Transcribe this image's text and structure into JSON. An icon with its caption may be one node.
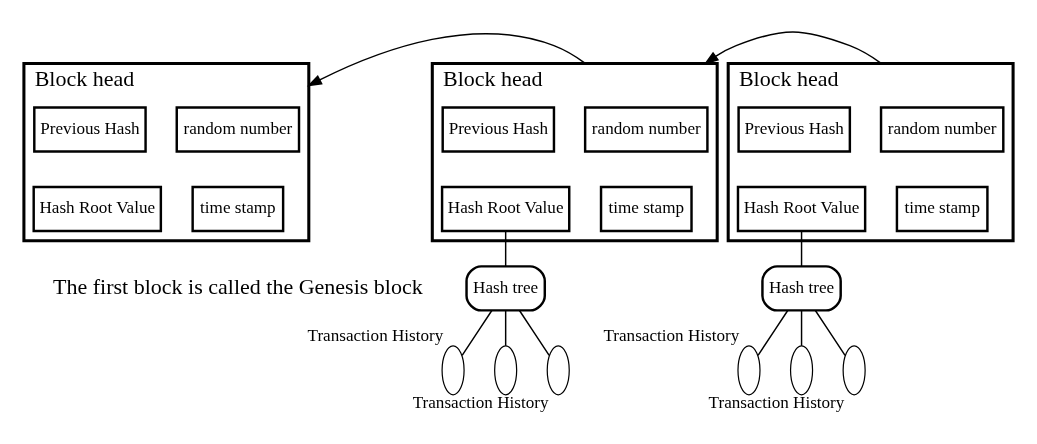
{
  "diagram": {
    "nodes": [
      {
        "text": [
          "Block head"
        ]
      },
      {
        "text": [
          "random number"
        ],
        "in": 0
      },
      {
        "text": [
          "Previous Hash"
        ],
        "in": 0
      },
      {
        "text": [
          "time stamp"
        ],
        "in": 0
      },
      {
        "text": [
          "Hash Root Value"
        ],
        "in": 0
      },
      {
        "text": [
          "Block head"
        ]
      },
      {
        "text": [
          "random number"
        ],
        "in": 5
      },
      {
        "text": [
          "Previous Hash"
        ],
        "in": 5
      },
      {
        "text": [
          "time stamp"
        ],
        "in": 5
      },
      {
        "text": [
          "Hash Root Value"
        ],
        "in": 5
      },
      {
        "text": [
          "Block head"
        ]
      },
      {
        "text": [
          "random number"
        ],
        "in": 10
      },
      {
        "text": [
          "Previous Hash"
        ],
        "in": 10
      },
      {
        "text": [
          "time stamp"
        ],
        "in": 10
      },
      {
        "text": [
          "Hash Root Value"
        ],
        "in": 10
      },
      {
        "text": [
          "Hash tree"
        ]
      },
      {
        "text": [],
        "shape": "ellipse",
        "beside": [
          "Transaction History"
        ]
      },
      {
        "text": [],
        "shape": "ellipse"
      },
      {
        "text": [],
        "shape": "ellipse",
        "beside": [
          "Transaction History"
        ]
      },
      {
        "text": [
          "Hash tree"
        ]
      },
      {
        "text": [],
        "shape": "ellipse",
        "beside": [
          "Transaction History"
        ]
      },
      {
        "text": [],
        "shape": "ellipse"
      },
      {
        "text": [],
        "shape": "ellipse",
        "beside": [
          "Transaction History"
        ]
      }
    ],
    "edges": [
      {
        "from": 5,
        "to": 0,
        "arrow": "to"
      },
      {
        "from": 10,
        "to": 5,
        "arrow": "to"
      },
      {
        "from": 9,
        "to": 15,
        "arrow": "none"
      },
      {
        "from": 15,
        "to": 16,
        "arrow": "none"
      },
      {
        "from": 15,
        "to": 17,
        "arrow": "none"
      },
      {
        "from": 15,
        "to": 18,
        "arrow": "none"
      },
      {
        "from": 14,
        "to": 19,
        "arrow": "none"
      },
      {
        "from": 19,
        "to": 20,
        "arrow": "none"
      },
      {
        "from": 19,
        "to": 21,
        "arrow": "none"
      },
      {
        "from": 19,
        "to": 22,
        "arrow": "none"
      }
    ],
    "labels": [
      "The first block is called the Genesis block"
    ]
  }
}
